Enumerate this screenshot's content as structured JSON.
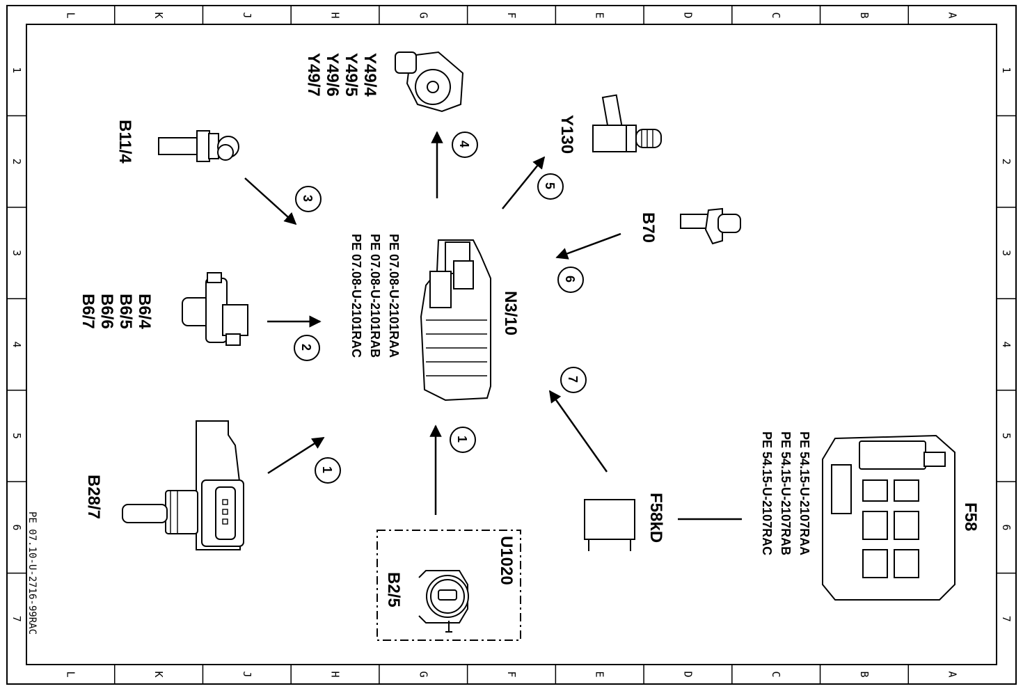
{
  "frame": {
    "columns": [
      "L",
      "K",
      "J",
      "H",
      "G",
      "F",
      "E",
      "D",
      "C",
      "B",
      "A"
    ],
    "rows": [
      "1",
      "2",
      "3",
      "4",
      "5",
      "6",
      "7"
    ],
    "doc_ref": "PE 07.10-U-2716-99RAC"
  },
  "components": {
    "center_module": {
      "label": "N3/10",
      "refs": [
        "PE 07.08-U-2101RAA",
        "PE 07.08-U-2101RAB",
        "PE 07.08-U-2101RAC"
      ]
    },
    "y49": {
      "labels": [
        "Y49/4",
        "Y49/5",
        "Y49/6",
        "Y49/7"
      ]
    },
    "b11": {
      "label": "B11/4"
    },
    "y130": {
      "label": "Y130"
    },
    "b70": {
      "label": "B70"
    },
    "b6": {
      "labels": [
        "B6/4",
        "B6/5",
        "B6/6",
        "B6/7"
      ]
    },
    "b28": {
      "label": "B28/7"
    },
    "u1020": {
      "label": "U1020"
    },
    "b2": {
      "label": "B2/5"
    },
    "f58kd": {
      "label": "F58kD"
    },
    "f58": {
      "label": "F58",
      "refs": [
        "PE 54.15-U-2107RAA",
        "PE 54.15-U-2107RAB",
        "PE 54.15-U-2107RAC"
      ]
    }
  },
  "steps": [
    "1",
    "1",
    "2",
    "3",
    "4",
    "5",
    "6",
    "7"
  ]
}
